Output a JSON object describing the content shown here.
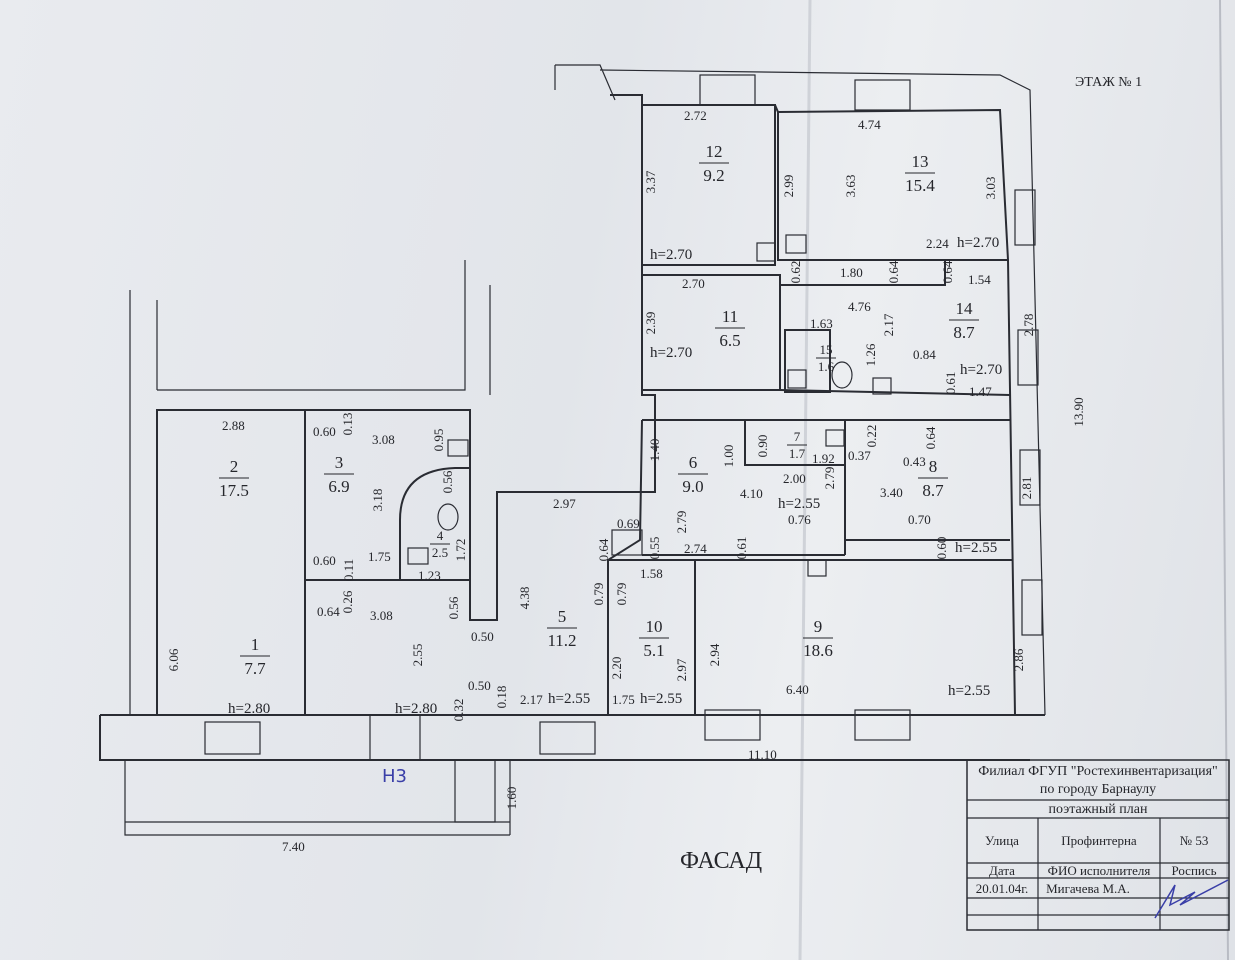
{
  "floor_label": "ЭТАЖ № 1",
  "facade_label": "ФАСАД",
  "handwritten_mark": "Н3",
  "rooms": [
    {
      "number": "1",
      "area": "7.7"
    },
    {
      "number": "2",
      "area": "17.5"
    },
    {
      "number": "3",
      "area": "6.9"
    },
    {
      "number": "4",
      "area": "2.5"
    },
    {
      "number": "5",
      "area": "11.2"
    },
    {
      "number": "6",
      "area": "9.0"
    },
    {
      "number": "7",
      "area": "1.7"
    },
    {
      "number": "8",
      "area": "8.7"
    },
    {
      "number": "9",
      "area": "18.6"
    },
    {
      "number": "10",
      "area": "5.1"
    },
    {
      "number": "11",
      "area": "6.5"
    },
    {
      "number": "12",
      "area": "9.2"
    },
    {
      "number": "13",
      "area": "15.4"
    },
    {
      "number": "14",
      "area": "8.7"
    },
    {
      "number": "15",
      "area": "1.6"
    }
  ],
  "heights": [
    "h=2.80",
    "h=2.80",
    "h=2.55",
    "h=2.55",
    "h=2.55",
    "h=2.55",
    "h=2.55",
    "h=2.70",
    "h=2.70",
    "h=2.70",
    "h=2.70"
  ],
  "dimensions": [
    "2.88",
    "6.06",
    "0.60",
    "0.13",
    "3.08",
    "0.95",
    "3.18",
    "0.60",
    "0.11",
    "1.75",
    "0.56",
    "1.72",
    "1.23",
    "0.26",
    "0.64",
    "3.08",
    "0.56",
    "2.55",
    "0.32",
    "0.50",
    "0.18",
    "0.50",
    "4.38",
    "2.97",
    "2.17",
    "1.40",
    "1.00",
    "0.69",
    "0.64",
    "0.55",
    "2.74",
    "1.58",
    "0.79",
    "0.79",
    "4.10",
    "2.00",
    "2.79",
    "0.90",
    "1.92",
    "0.22",
    "0.37",
    "0.43",
    "0.64",
    "2.79",
    "3.40",
    "0.70",
    "0.60",
    "2.81",
    "0.76",
    "0.61",
    "2.20",
    "2.97",
    "1.75",
    "2.94",
    "6.40",
    "2.86",
    "2.72",
    "3.37",
    "2.99",
    "4.74",
    "3.63",
    "3.03",
    "2.24",
    "0.62",
    "1.80",
    "0.64",
    "0.64",
    "1.54",
    "2.70",
    "2.39",
    "4.76",
    "1.63",
    "2.17",
    "2.78",
    "1.26",
    "0.84",
    "0.61",
    "1.47",
    "13.90",
    "11.10",
    "7.40",
    "1.60"
  ],
  "title_block": {
    "org_line1": "Филиал  ФГУП \"Ростехинвентаризация\"",
    "org_line2": "по городу Барнаулу",
    "doc_type": "поэтажный план",
    "street_label": "Улица",
    "street_value": "Профинтерна",
    "house_number": "№ 53",
    "date_label": "Дата",
    "executor_label": "ФИО исполнителя",
    "signature_label": "Роспись",
    "date_value": "20.01.04г.",
    "executor_value": "Мигачева М.А."
  }
}
